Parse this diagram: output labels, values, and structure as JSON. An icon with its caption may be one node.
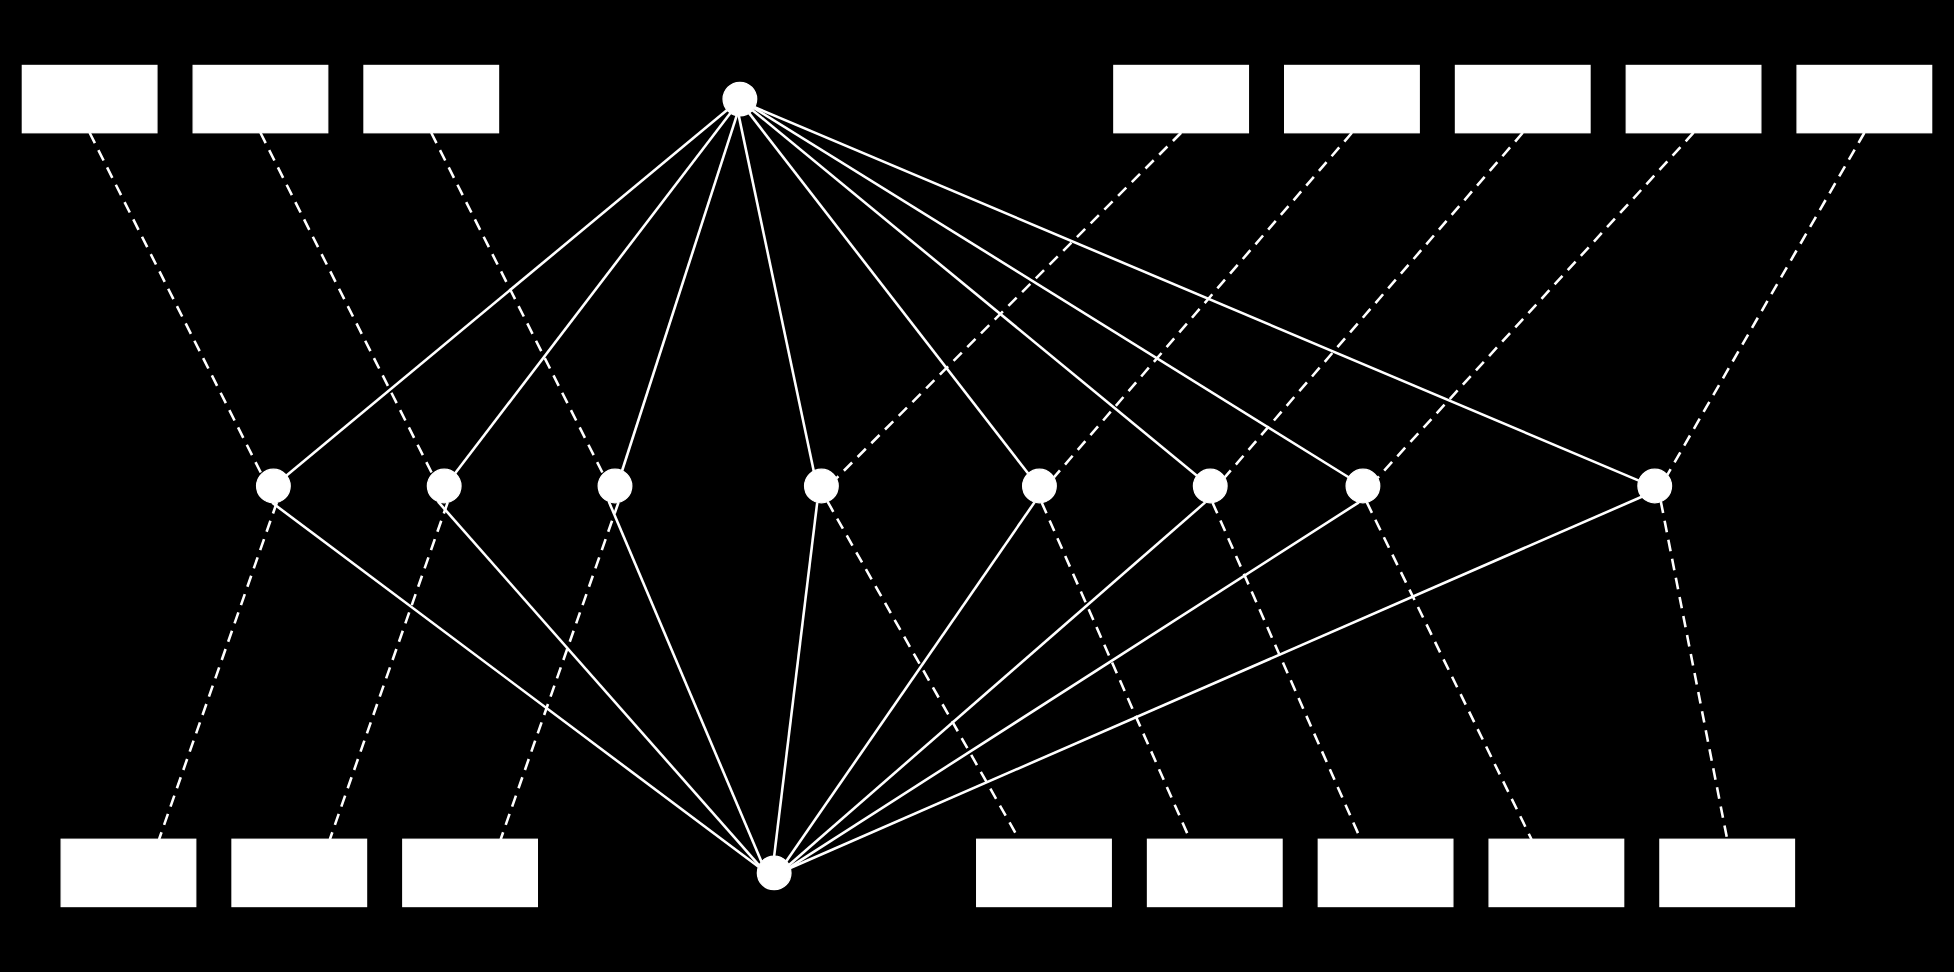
{
  "diagram": {
    "nodes": [
      {
        "text": [],
        "shape": "circle"
      },
      {
        "text": [],
        "shape": "box"
      },
      {
        "text": [],
        "shape": "box"
      },
      {
        "text": [],
        "shape": "box"
      },
      {
        "text": [],
        "shape": "box"
      },
      {
        "text": [],
        "shape": "box"
      },
      {
        "text": [],
        "shape": "box"
      },
      {
        "text": [],
        "shape": "box"
      },
      {
        "text": [],
        "shape": "box"
      },
      {
        "text": [],
        "shape": "circle"
      },
      {
        "text": [],
        "shape": "circle"
      },
      {
        "text": [],
        "shape": "circle"
      },
      {
        "text": [],
        "shape": "circle"
      },
      {
        "text": [],
        "shape": "circle"
      },
      {
        "text": [],
        "shape": "circle"
      },
      {
        "text": [],
        "shape": "circle"
      },
      {
        "text": [],
        "shape": "circle"
      },
      {
        "text": [],
        "shape": "circle"
      },
      {
        "text": [],
        "shape": "box"
      },
      {
        "text": [],
        "shape": "box"
      },
      {
        "text": [],
        "shape": "box"
      },
      {
        "text": [],
        "shape": "box"
      },
      {
        "text": [],
        "shape": "box"
      },
      {
        "text": [],
        "shape": "box"
      },
      {
        "text": [],
        "shape": "box"
      },
      {
        "text": [],
        "shape": "box"
      }
    ],
    "edges": [
      {
        "from": 0,
        "to": 9,
        "arrow": "none"
      },
      {
        "from": 0,
        "to": 10,
        "arrow": "none"
      },
      {
        "from": 0,
        "to": 11,
        "arrow": "none"
      },
      {
        "from": 0,
        "to": 12,
        "arrow": "none"
      },
      {
        "from": 0,
        "to": 13,
        "arrow": "none"
      },
      {
        "from": 0,
        "to": 14,
        "arrow": "none"
      },
      {
        "from": 0,
        "to": 15,
        "arrow": "none"
      },
      {
        "from": 0,
        "to": 16,
        "arrow": "none"
      },
      {
        "from": 9,
        "to": 17,
        "arrow": "none"
      },
      {
        "from": 10,
        "to": 17,
        "arrow": "none"
      },
      {
        "from": 11,
        "to": 17,
        "arrow": "none"
      },
      {
        "from": 12,
        "to": 17,
        "arrow": "none"
      },
      {
        "from": 13,
        "to": 17,
        "arrow": "none"
      },
      {
        "from": 14,
        "to": 17,
        "arrow": "none"
      },
      {
        "from": 15,
        "to": 17,
        "arrow": "none"
      },
      {
        "from": 16,
        "to": 17,
        "arrow": "none"
      },
      {
        "from": 1,
        "to": 9,
        "arrow": "none",
        "style": "dashed"
      },
      {
        "from": 2,
        "to": 10,
        "arrow": "none",
        "style": "dashed"
      },
      {
        "from": 3,
        "to": 11,
        "arrow": "none",
        "style": "dashed"
      },
      {
        "from": 4,
        "to": 12,
        "arrow": "none",
        "style": "dashed"
      },
      {
        "from": 5,
        "to": 13,
        "arrow": "none",
        "style": "dashed"
      },
      {
        "from": 6,
        "to": 14,
        "arrow": "none",
        "style": "dashed"
      },
      {
        "from": 7,
        "to": 15,
        "arrow": "none",
        "style": "dashed"
      },
      {
        "from": 8,
        "to": 16,
        "arrow": "none",
        "style": "dashed"
      },
      {
        "from": 9,
        "to": 18,
        "arrow": "none",
        "style": "dashed"
      },
      {
        "from": 10,
        "to": 19,
        "arrow": "none",
        "style": "dashed"
      },
      {
        "from": 11,
        "to": 20,
        "arrow": "none",
        "style": "dashed"
      },
      {
        "from": 12,
        "to": 21,
        "arrow": "none",
        "style": "dashed"
      },
      {
        "from": 13,
        "to": 22,
        "arrow": "none",
        "style": "dashed"
      },
      {
        "from": 14,
        "to": 23,
        "arrow": "none",
        "style": "dashed"
      },
      {
        "from": 15,
        "to": 24,
        "arrow": "none",
        "style": "dashed"
      },
      {
        "from": 16,
        "to": 25,
        "arrow": "none",
        "style": "dashed"
      }
    ]
  }
}
